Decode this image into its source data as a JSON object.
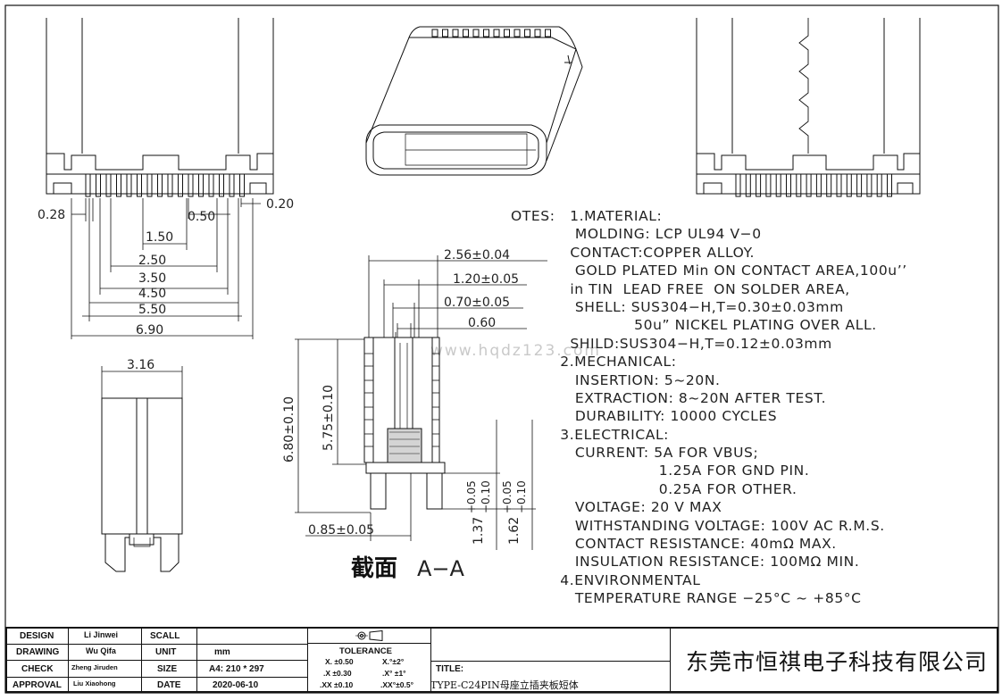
{
  "watermark": "www.hqdz123.com",
  "front_dims": {
    "d028": "0.28",
    "d020": "0.20",
    "d050": "0.50",
    "d150": "1.50",
    "d250": "2.50",
    "d350": "3.50",
    "d450": "4.50",
    "d550": "5.50",
    "d690": "6.90"
  },
  "side_dims": {
    "d316": "3.16"
  },
  "section_dims": {
    "d256": "2.56±0.04",
    "d120": "1.20±0.05",
    "d070": "0.70±0.05",
    "d060": "0.60",
    "d680": "6.80±0.10",
    "d575": "5.75±0.10",
    "d085": "0.85±0.05",
    "d137": "1.37",
    "d137_tol_plus": "+0.05",
    "d137_tol_minus": "−0.10",
    "d162": "1.62",
    "d162_tol_plus": "+0.05",
    "d162_tol_minus": "−0.10"
  },
  "section_label": {
    "cn": "截面",
    "en": "A−A"
  },
  "notes": {
    "lines": [
      "OTES:   1.MATERIAL:",
      "             MOLDING: LCP UL94 V−0",
      "            CONTACT:COPPER ALLOY.",
      "             GOLD PLATED Min ON CONTACT AREA,100u’’",
      "            in TIN  LEAD FREE  ON SOLDER AREA,",
      "             SHELL: SUS304−H,T=0.30±0.03mm",
      "                         50u” NICKEL PLATING OVER ALL.",
      "            SHILD:SUS304−H,T=0.12±0.03mm",
      "          2.MECHANICAL:",
      "             INSERTION: 5~20N.",
      "             EXTRACTION: 8~20N AFTER TEST.",
      "             DURABILITY: 10000 CYCLES",
      "          3.ELECTRICAL:",
      "             CURRENT: 5A FOR VBUS;",
      "                              1.25A FOR GND PIN.",
      "                              0.25A FOR OTHER.",
      "             VOLTAGE: 20 V MAX",
      "             WITHSTANDING VOLTAGE: 100V AC R.M.S.",
      "             CONTACT RESISTANCE: 40mΩ MAX.",
      "             INSULATION RESISTANCE: 100MΩ MIN.",
      "          4.ENVIRONMENTAL",
      "             TEMPERATURE RANGE −25°C ~ +85°C"
    ]
  },
  "title_block": {
    "labels": [
      "DESIGN",
      "DRAWING",
      "CHECK",
      "APPROVAL"
    ],
    "names": [
      "Li Jinwei",
      "Wu Qifa",
      "Zheng Jiruden",
      "Liu Xiaohong"
    ],
    "fields": [
      "SCALL",
      "UNIT",
      "SIZE",
      "DATE"
    ],
    "values": [
      "",
      "mm",
      "A4: 210 * 297",
      "2020-06-10"
    ],
    "tolerance_header": "TOLERANCE",
    "tolerance_rows": [
      {
        "lin": "X.  ±0.50",
        "ang": "X.°±2°"
      },
      {
        "lin": ".X  ±0.30",
        "ang": ".X° ±1°"
      },
      {
        "lin": ".XX  ±0.10",
        "ang": ".XX°±0.5°"
      }
    ],
    "title_label": "TITLE:",
    "title_value": "TYPE-C24PIN母座立插夹板短体",
    "company": "东莞市恒祺电子科技有限公司"
  }
}
